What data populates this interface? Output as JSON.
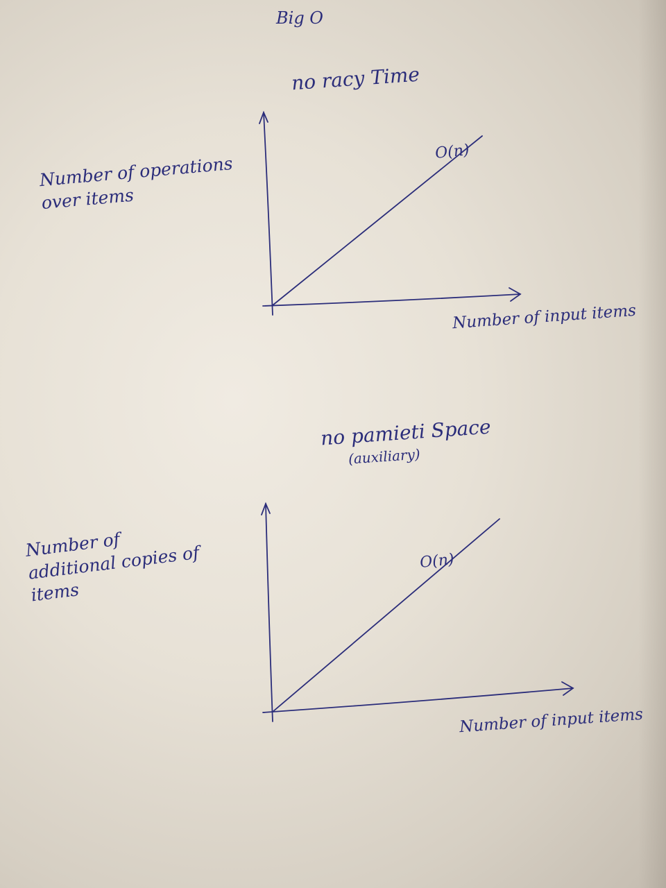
{
  "page": {
    "heading": "Big O"
  },
  "ink_color": "#2b2d7a",
  "chart_data": [
    {
      "type": "line",
      "title": "no racy Time",
      "subtitle": "",
      "ylabel": "Number of operations over items",
      "xlabel": "Number of input items",
      "annotations": [
        "O(n)"
      ],
      "series": [
        {
          "name": "O(n)",
          "x": [
            0,
            1
          ],
          "y": [
            0,
            1
          ]
        }
      ],
      "grid": false
    },
    {
      "type": "line",
      "title": "no pamieti Space",
      "subtitle": "(auxiliary)",
      "ylabel": "Number of additional copies of items",
      "xlabel": "Number of input items",
      "annotations": [
        "O(n)"
      ],
      "series": [
        {
          "name": "O(n)",
          "x": [
            0,
            1
          ],
          "y": [
            0,
            1
          ]
        }
      ],
      "grid": false
    }
  ]
}
